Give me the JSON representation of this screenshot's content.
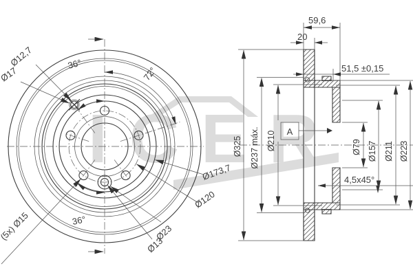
{
  "watermark": {
    "text": "ICER"
  },
  "front_view": {
    "labels": {
      "pin_hole_inner": "Ø12,7",
      "pin_hole_outer": "Ø17",
      "bolt_holes": "(5x) Ø15",
      "hub_ring": "Ø173,7",
      "bolt_circle": "Ø120",
      "locating_hole_outer": "Ø23",
      "locating_hole_inner": "Ø13",
      "angle_top": "36°",
      "angle_right": "72°",
      "angle_bottom": "36°"
    }
  },
  "section_view": {
    "labels": {
      "overall_width": "59,6",
      "disc_thickness": "20",
      "mounting_depth": "51,5 ±0,15",
      "chamfer": "4,5x45°",
      "outer_diameter": "Ø325",
      "max_diameter": "Ø237 máx.",
      "hat_diameter": "Ø210",
      "bore_diameter": "Ø79",
      "flange_diameter": "Ø157",
      "inner_band_diameter": "Ø211",
      "band_edge_diameter": "Ø223",
      "datum": "A"
    }
  }
}
